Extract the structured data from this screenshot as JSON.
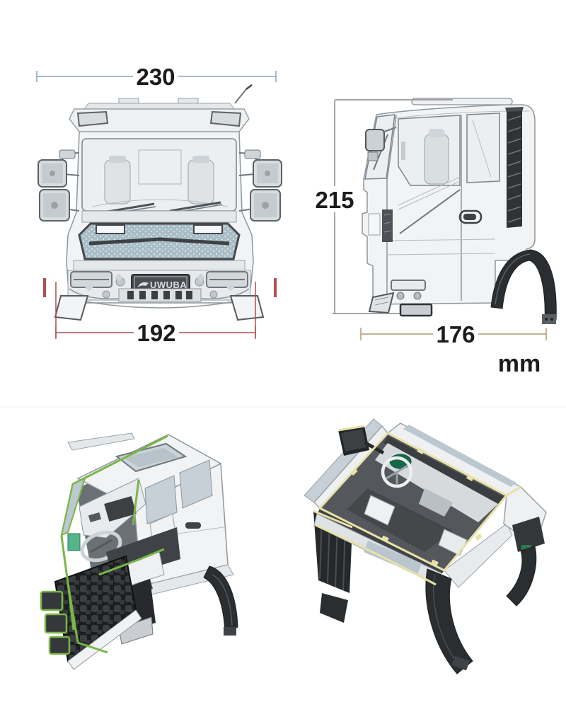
{
  "diagram": {
    "unit_label": "mm",
    "front_view": {
      "width_top": "230",
      "width_bottom": "192"
    },
    "side_view": {
      "height": "215",
      "depth": "176"
    },
    "license_plate_text": "UWUBA",
    "colors": {
      "dim_width_top_line": "#84a7c2",
      "dim_width_bottom_line": "#a85050",
      "dim_height_line": "#8d8389",
      "dim_depth_line": "#b49b6e",
      "grille_mesh": "#a9bdc7",
      "cut_edge_left_view": "#7ab648",
      "cut_edge_right_view": "#e9e2a8",
      "dash_screen_green": "#56b48a",
      "cluster_green": "#156747",
      "marker_red": "#b05050"
    }
  }
}
